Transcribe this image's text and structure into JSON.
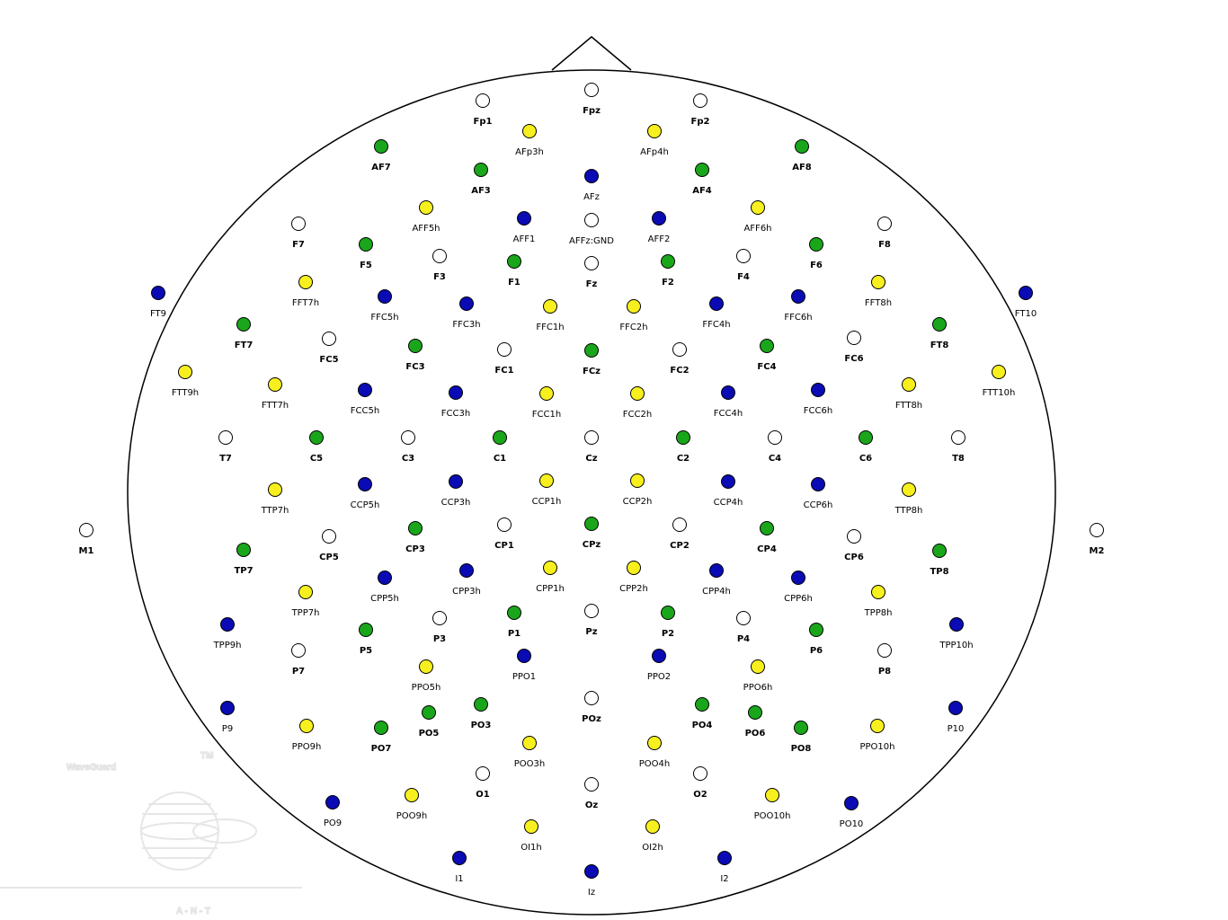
{
  "colors": {
    "green": "#1aa61a",
    "blue": "#0b0bb5",
    "yellow": "#f7f01e",
    "white": "#ffffff",
    "outline": "#000000",
    "watermark": "#e0e0e0"
  },
  "electrodes": [
    {
      "label": "Fp1",
      "color": "white",
      "bold": true
    },
    {
      "label": "Fpz",
      "color": "white",
      "bold": true
    },
    {
      "label": "Fp2",
      "color": "white",
      "bold": true
    },
    {
      "label": "AFp3h",
      "color": "yellow",
      "bold": false
    },
    {
      "label": "AFp4h",
      "color": "yellow",
      "bold": false
    },
    {
      "label": "AF7",
      "color": "green",
      "bold": true
    },
    {
      "label": "AF3",
      "color": "green",
      "bold": true
    },
    {
      "label": "AFz",
      "color": "blue",
      "bold": false
    },
    {
      "label": "AF4",
      "color": "green",
      "bold": true
    },
    {
      "label": "AF8",
      "color": "green",
      "bold": true
    },
    {
      "label": "AFF5h",
      "color": "yellow",
      "bold": false
    },
    {
      "label": "AFF1",
      "color": "blue",
      "bold": false
    },
    {
      "label": "AFFz:GND",
      "color": "white",
      "bold": false
    },
    {
      "label": "AFF2",
      "color": "blue",
      "bold": false
    },
    {
      "label": "AFF6h",
      "color": "yellow",
      "bold": false
    },
    {
      "label": "F7",
      "color": "white",
      "bold": true
    },
    {
      "label": "F5",
      "color": "green",
      "bold": true
    },
    {
      "label": "F3",
      "color": "white",
      "bold": true
    },
    {
      "label": "F1",
      "color": "green",
      "bold": true
    },
    {
      "label": "Fz",
      "color": "white",
      "bold": true
    },
    {
      "label": "F2",
      "color": "green",
      "bold": true
    },
    {
      "label": "F4",
      "color": "white",
      "bold": true
    },
    {
      "label": "F6",
      "color": "green",
      "bold": true
    },
    {
      "label": "F8",
      "color": "white",
      "bold": true
    },
    {
      "label": "FT9",
      "color": "blue",
      "bold": false
    },
    {
      "label": "FFT7h",
      "color": "yellow",
      "bold": false
    },
    {
      "label": "FFC5h",
      "color": "blue",
      "bold": false
    },
    {
      "label": "FFC3h",
      "color": "blue",
      "bold": false
    },
    {
      "label": "FFC1h",
      "color": "yellow",
      "bold": false
    },
    {
      "label": "FFC2h",
      "color": "yellow",
      "bold": false
    },
    {
      "label": "FFC4h",
      "color": "blue",
      "bold": false
    },
    {
      "label": "FFC6h",
      "color": "blue",
      "bold": false
    },
    {
      "label": "FFT8h",
      "color": "yellow",
      "bold": false
    },
    {
      "label": "FT10",
      "color": "blue",
      "bold": false
    },
    {
      "label": "FT7",
      "color": "green",
      "bold": true
    },
    {
      "label": "FC5",
      "color": "white",
      "bold": true
    },
    {
      "label": "FC3",
      "color": "green",
      "bold": true
    },
    {
      "label": "FC1",
      "color": "white",
      "bold": true
    },
    {
      "label": "FCz",
      "color": "green",
      "bold": true
    },
    {
      "label": "FC2",
      "color": "white",
      "bold": true
    },
    {
      "label": "FC4",
      "color": "green",
      "bold": true
    },
    {
      "label": "FC6",
      "color": "white",
      "bold": true
    },
    {
      "label": "FT8",
      "color": "green",
      "bold": true
    },
    {
      "label": "FTT9h",
      "color": "yellow",
      "bold": false
    },
    {
      "label": "FTT7h",
      "color": "yellow",
      "bold": false
    },
    {
      "label": "FCC5h",
      "color": "blue",
      "bold": false
    },
    {
      "label": "FCC3h",
      "color": "blue",
      "bold": false
    },
    {
      "label": "FCC1h",
      "color": "yellow",
      "bold": false
    },
    {
      "label": "FCC2h",
      "color": "yellow",
      "bold": false
    },
    {
      "label": "FCC4h",
      "color": "blue",
      "bold": false
    },
    {
      "label": "FCC6h",
      "color": "blue",
      "bold": false
    },
    {
      "label": "FTT8h",
      "color": "yellow",
      "bold": false
    },
    {
      "label": "FTT10h",
      "color": "yellow",
      "bold": false
    },
    {
      "label": "T7",
      "color": "white",
      "bold": true
    },
    {
      "label": "C5",
      "color": "green",
      "bold": true
    },
    {
      "label": "C3",
      "color": "white",
      "bold": true
    },
    {
      "label": "C1",
      "color": "green",
      "bold": true
    },
    {
      "label": "Cz",
      "color": "white",
      "bold": true
    },
    {
      "label": "C2",
      "color": "green",
      "bold": true
    },
    {
      "label": "C4",
      "color": "white",
      "bold": true
    },
    {
      "label": "C6",
      "color": "green",
      "bold": true
    },
    {
      "label": "T8",
      "color": "white",
      "bold": true
    },
    {
      "label": "TTP7h",
      "color": "yellow",
      "bold": false
    },
    {
      "label": "CCP5h",
      "color": "blue",
      "bold": false
    },
    {
      "label": "CCP3h",
      "color": "blue",
      "bold": false
    },
    {
      "label": "CCP1h",
      "color": "yellow",
      "bold": false
    },
    {
      "label": "CCP2h",
      "color": "yellow",
      "bold": false
    },
    {
      "label": "CCP4h",
      "color": "blue",
      "bold": false
    },
    {
      "label": "CCP6h",
      "color": "blue",
      "bold": false
    },
    {
      "label": "TTP8h",
      "color": "yellow",
      "bold": false
    },
    {
      "label": "M1",
      "color": "white",
      "bold": true
    },
    {
      "label": "M2",
      "color": "white",
      "bold": true
    },
    {
      "label": "TP7",
      "color": "green",
      "bold": true
    },
    {
      "label": "CP5",
      "color": "white",
      "bold": true
    },
    {
      "label": "CP3",
      "color": "green",
      "bold": true
    },
    {
      "label": "CP1",
      "color": "white",
      "bold": true
    },
    {
      "label": "CPz",
      "color": "green",
      "bold": true
    },
    {
      "label": "CP2",
      "color": "white",
      "bold": true
    },
    {
      "label": "CP4",
      "color": "green",
      "bold": true
    },
    {
      "label": "CP6",
      "color": "white",
      "bold": true
    },
    {
      "label": "TP8",
      "color": "green",
      "bold": true
    },
    {
      "label": "TPP7h",
      "color": "yellow",
      "bold": false
    },
    {
      "label": "CPP5h",
      "color": "blue",
      "bold": false
    },
    {
      "label": "CPP3h",
      "color": "blue",
      "bold": false
    },
    {
      "label": "CPP1h",
      "color": "yellow",
      "bold": false
    },
    {
      "label": "CPP2h",
      "color": "yellow",
      "bold": false
    },
    {
      "label": "CPP4h",
      "color": "blue",
      "bold": false
    },
    {
      "label": "CPP6h",
      "color": "blue",
      "bold": false
    },
    {
      "label": "TPP8h",
      "color": "yellow",
      "bold": false
    },
    {
      "label": "TPP9h",
      "color": "blue",
      "bold": false
    },
    {
      "label": "P7",
      "color": "white",
      "bold": true
    },
    {
      "label": "P5",
      "color": "green",
      "bold": true
    },
    {
      "label": "P3",
      "color": "white",
      "bold": true
    },
    {
      "label": "P1",
      "color": "green",
      "bold": true
    },
    {
      "label": "Pz",
      "color": "white",
      "bold": true
    },
    {
      "label": "P2",
      "color": "green",
      "bold": true
    },
    {
      "label": "P4",
      "color": "white",
      "bold": true
    },
    {
      "label": "P6",
      "color": "green",
      "bold": true
    },
    {
      "label": "P8",
      "color": "white",
      "bold": true
    },
    {
      "label": "TPP10h",
      "color": "blue",
      "bold": false
    },
    {
      "label": "PPO5h",
      "color": "yellow",
      "bold": false
    },
    {
      "label": "PPO1",
      "color": "blue",
      "bold": false
    },
    {
      "label": "PPO2",
      "color": "blue",
      "bold": false
    },
    {
      "label": "PPO6h",
      "color": "yellow",
      "bold": false
    },
    {
      "label": "P9",
      "color": "blue",
      "bold": false
    },
    {
      "label": "PPO9h",
      "color": "yellow",
      "bold": false
    },
    {
      "label": "PO7",
      "color": "green",
      "bold": true
    },
    {
      "label": "PO5",
      "color": "green",
      "bold": true
    },
    {
      "label": "PO3",
      "color": "green",
      "bold": true
    },
    {
      "label": "POz",
      "color": "white",
      "bold": true
    },
    {
      "label": "PO4",
      "color": "green",
      "bold": true
    },
    {
      "label": "PO6",
      "color": "green",
      "bold": true
    },
    {
      "label": "PO8",
      "color": "green",
      "bold": true
    },
    {
      "label": "PPO10h",
      "color": "yellow",
      "bold": false
    },
    {
      "label": "P10",
      "color": "blue",
      "bold": false
    },
    {
      "label": "POO3h",
      "color": "yellow",
      "bold": false
    },
    {
      "label": "POO4h",
      "color": "yellow",
      "bold": false
    },
    {
      "label": "O1",
      "color": "white",
      "bold": true
    },
    {
      "label": "Oz",
      "color": "white",
      "bold": true
    },
    {
      "label": "O2",
      "color": "white",
      "bold": true
    },
    {
      "label": "PO9",
      "color": "blue",
      "bold": false
    },
    {
      "label": "POO9h",
      "color": "yellow",
      "bold": false
    },
    {
      "label": "POO10h",
      "color": "yellow",
      "bold": false
    },
    {
      "label": "PO10",
      "color": "blue",
      "bold": false
    },
    {
      "label": "OI1h",
      "color": "yellow",
      "bold": false
    },
    {
      "label": "OI2h",
      "color": "yellow",
      "bold": false
    },
    {
      "label": "I1",
      "color": "blue",
      "bold": false
    },
    {
      "label": "Iz",
      "color": "blue",
      "bold": false
    },
    {
      "label": "I2",
      "color": "blue",
      "bold": false
    }
  ],
  "watermark": {
    "brand": "WaveGuard",
    "trademark": "TM",
    "company": "A - N - T"
  }
}
